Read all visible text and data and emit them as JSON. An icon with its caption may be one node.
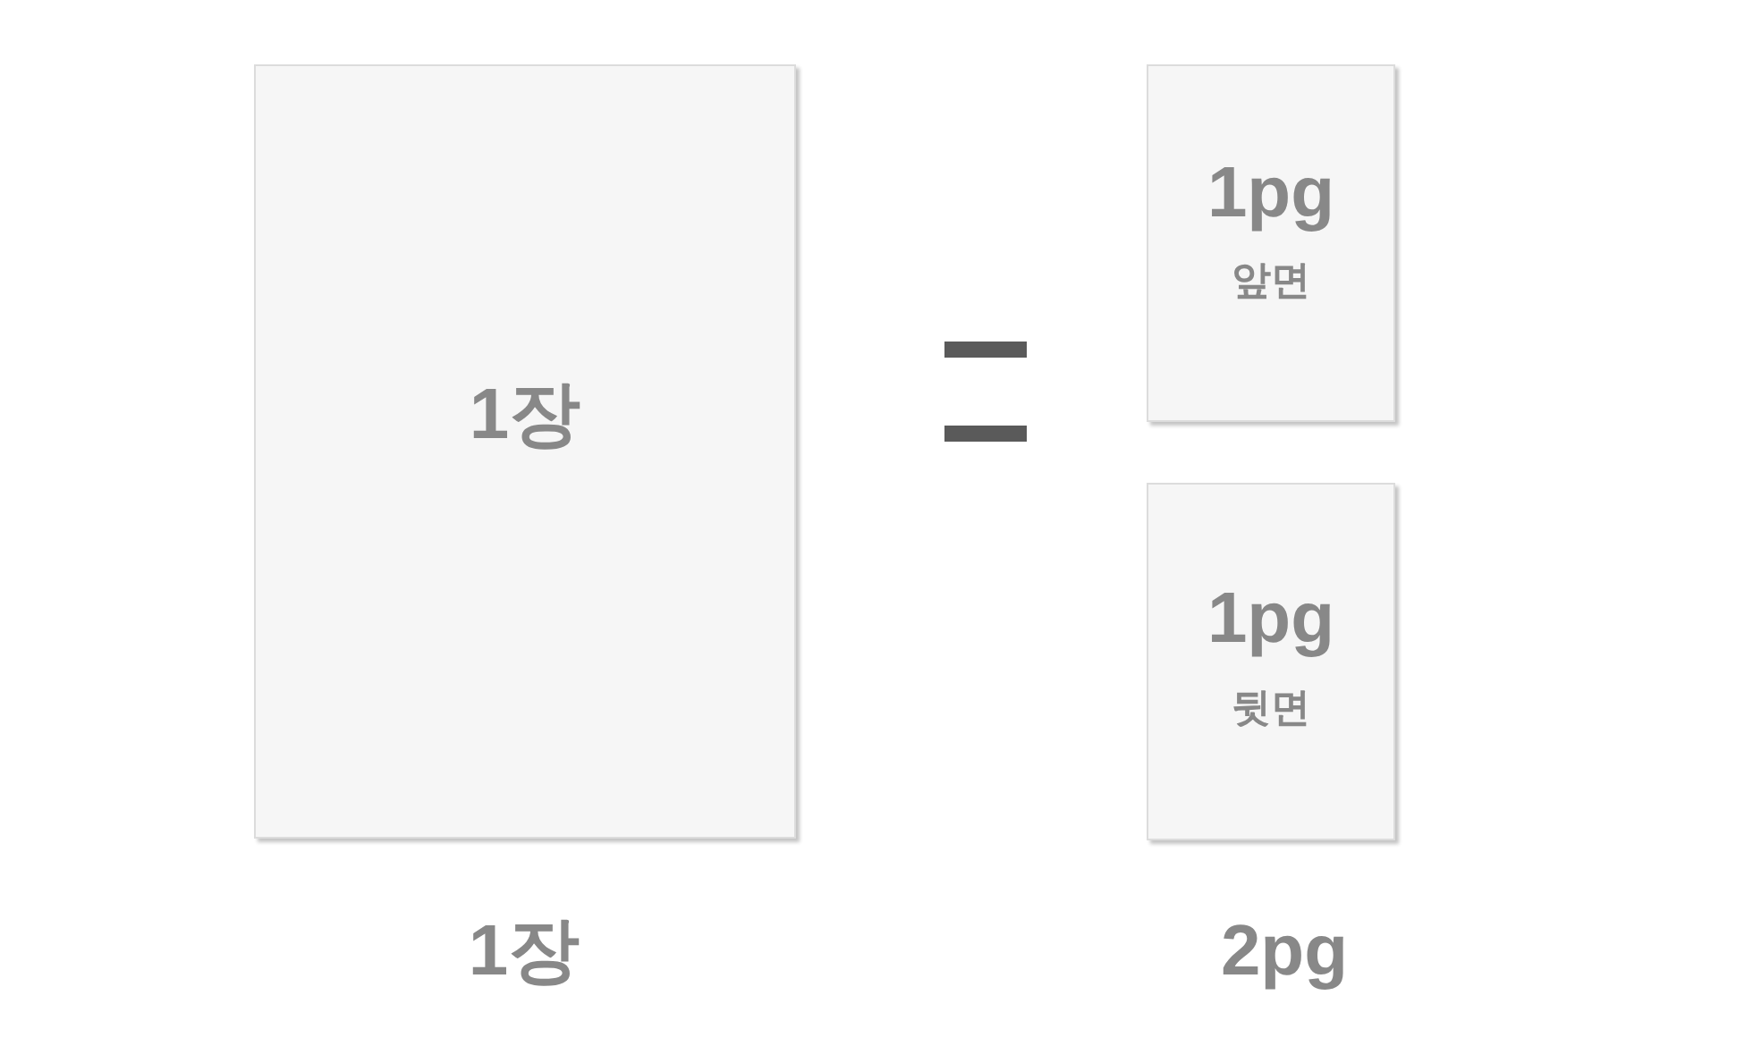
{
  "diagram": {
    "nodes": [
      {
        "text": [
          "1장"
        ]
      },
      {
        "text": [
          "1pg",
          "앞면"
        ]
      },
      {
        "text": [
          "1pg",
          "뒷면"
        ]
      }
    ],
    "labels": [
      "1장",
      "2pg"
    ]
  }
}
